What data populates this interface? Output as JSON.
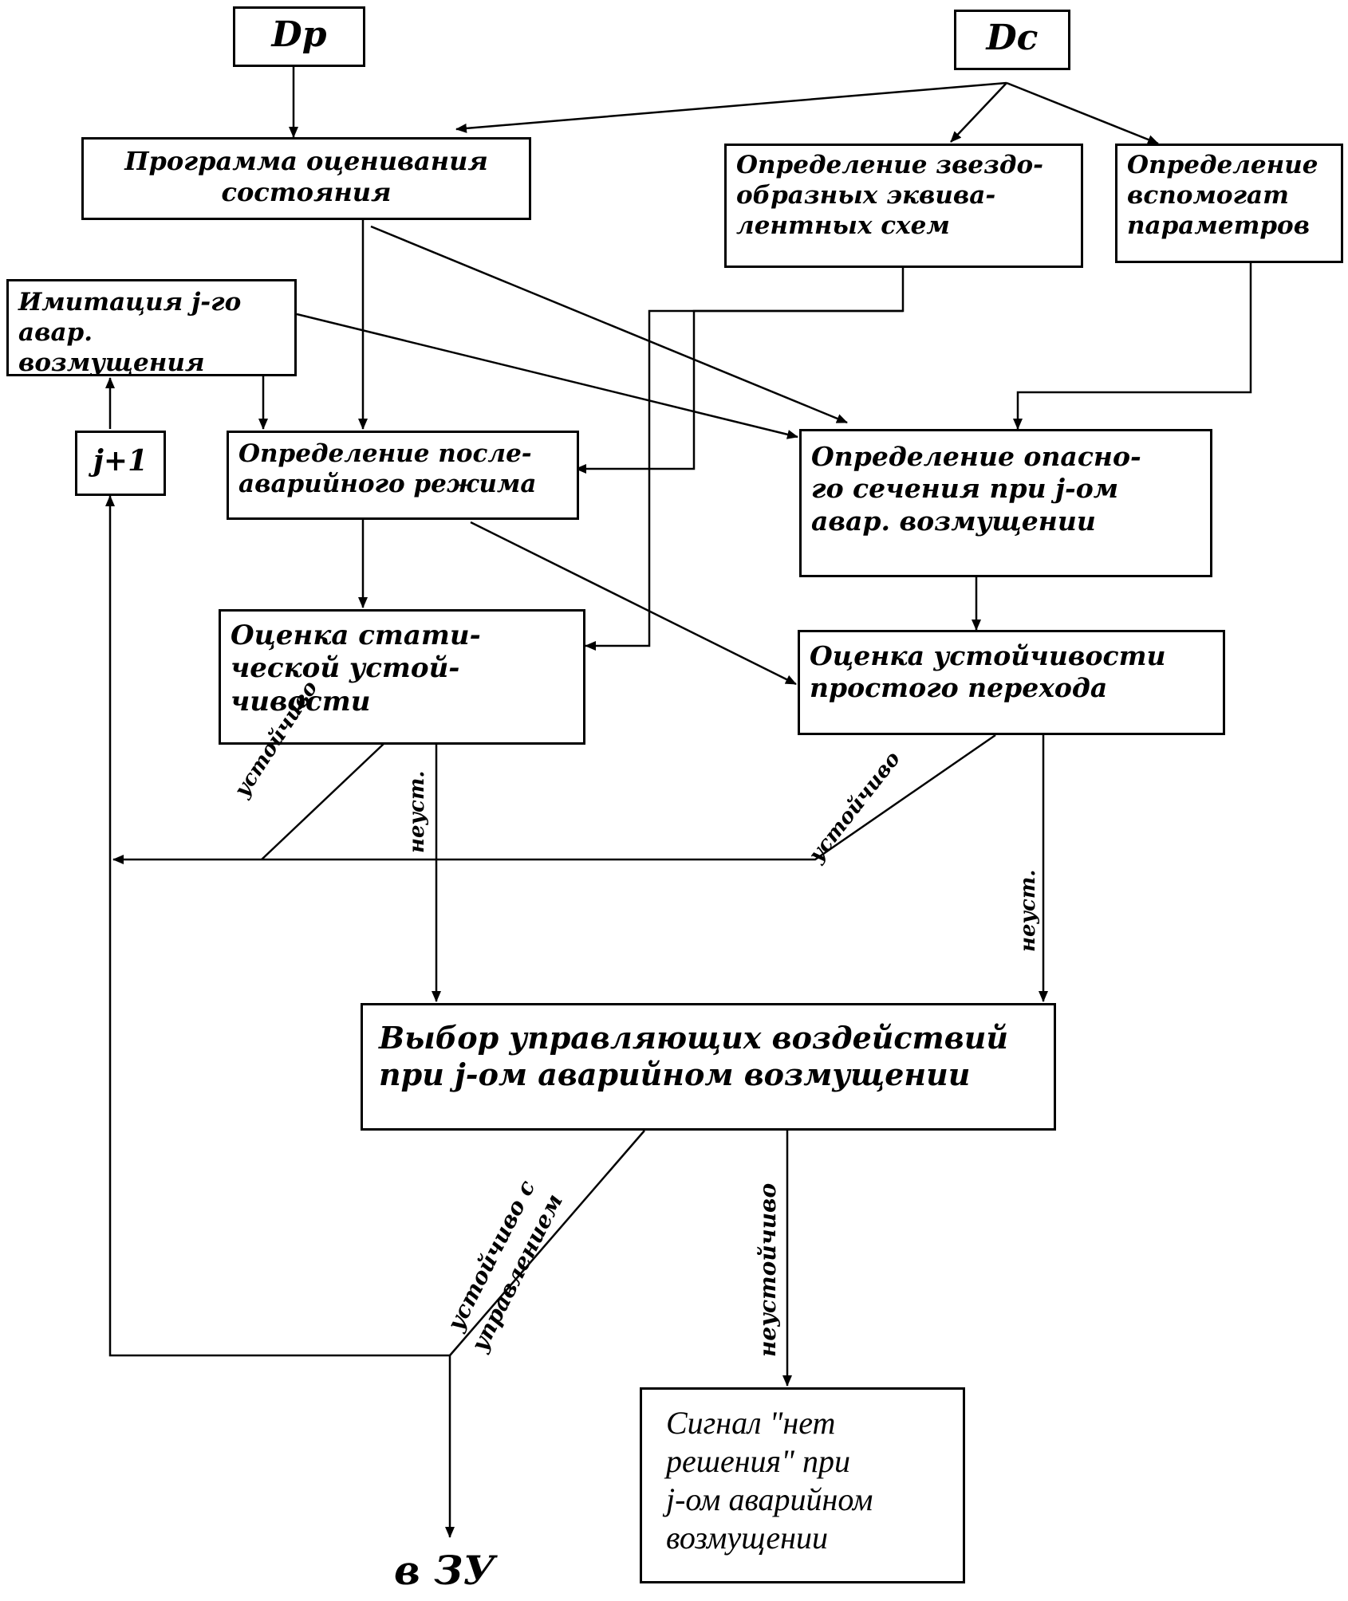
{
  "diagram": {
    "boxes": {
      "dp": "Dр",
      "dc": "Dс",
      "state_estimation": "Программа оценивания\nсостояния",
      "star_equivalents": "Определение звездо-\nобразных эквива-\nлентных схем",
      "aux_params": "Определение\nвспомогат\nпараметров",
      "imitation": "Имитация j-го\nавар. возмущения",
      "counter": "j+1",
      "post_fault": "Определение после-\nаварийного режима",
      "dangerous_section": "Определение опасно-\nго сечения при j-ом\nавар. возмущении",
      "static_stability": "Оценка стати-\nческой устой-\nчивости",
      "transition_stability": "Оценка устойчивости\nпростого перехода",
      "control_choice": "Выбор управляющих воздействий\nпри j-ом аварийном возмущении",
      "no_solution": "Сигнал \"нет\nрешения\" при\n j-ом аварийном\nвозмущении"
    },
    "labels": {
      "stable_1": "устойчиво",
      "unstable_1": "неуст.",
      "stable_2": "устойчиво",
      "unstable_2": "неуст.",
      "stable_control_line1": "устойчиво с",
      "stable_control_line2": "управлением",
      "unstable_control": "неустойчиво",
      "output": "в ЗУ"
    }
  }
}
